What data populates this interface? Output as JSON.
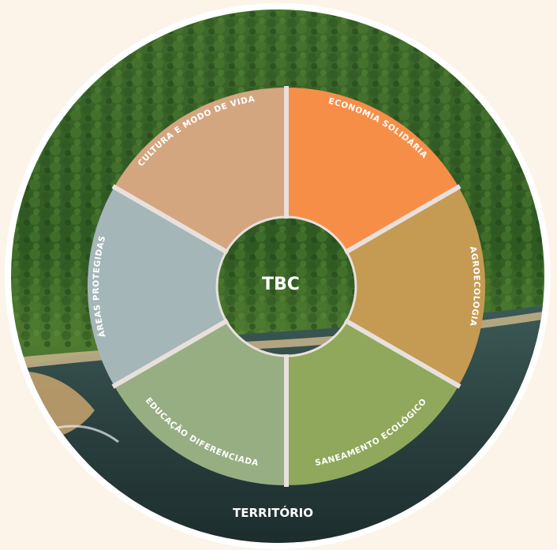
{
  "center": {
    "label": "TBC"
  },
  "outer": {
    "label": "TERRITÓRIO"
  },
  "segments": [
    {
      "label": "ECONOMIA SOLIDÁRIA",
      "color": "#f78e48"
    },
    {
      "label": "AGROECOLOGIA",
      "color": "#c59a52"
    },
    {
      "label": "SANEAMENTO ECOLÓGICO",
      "color": "#8fa85c"
    },
    {
      "label": "EDUCAÇÃO DIFERENCIADA",
      "color": "#97ae83"
    },
    {
      "label": "ÁREAS PROTEGIDAS",
      "color": "#a4b6b8"
    },
    {
      "label": "CULTURA E MODO  DE VIDA",
      "color": "#d4a680"
    }
  ],
  "colors": {
    "background": "#fcf4e8",
    "ring": "#ffffff",
    "divider": "#e8e0dc"
  }
}
